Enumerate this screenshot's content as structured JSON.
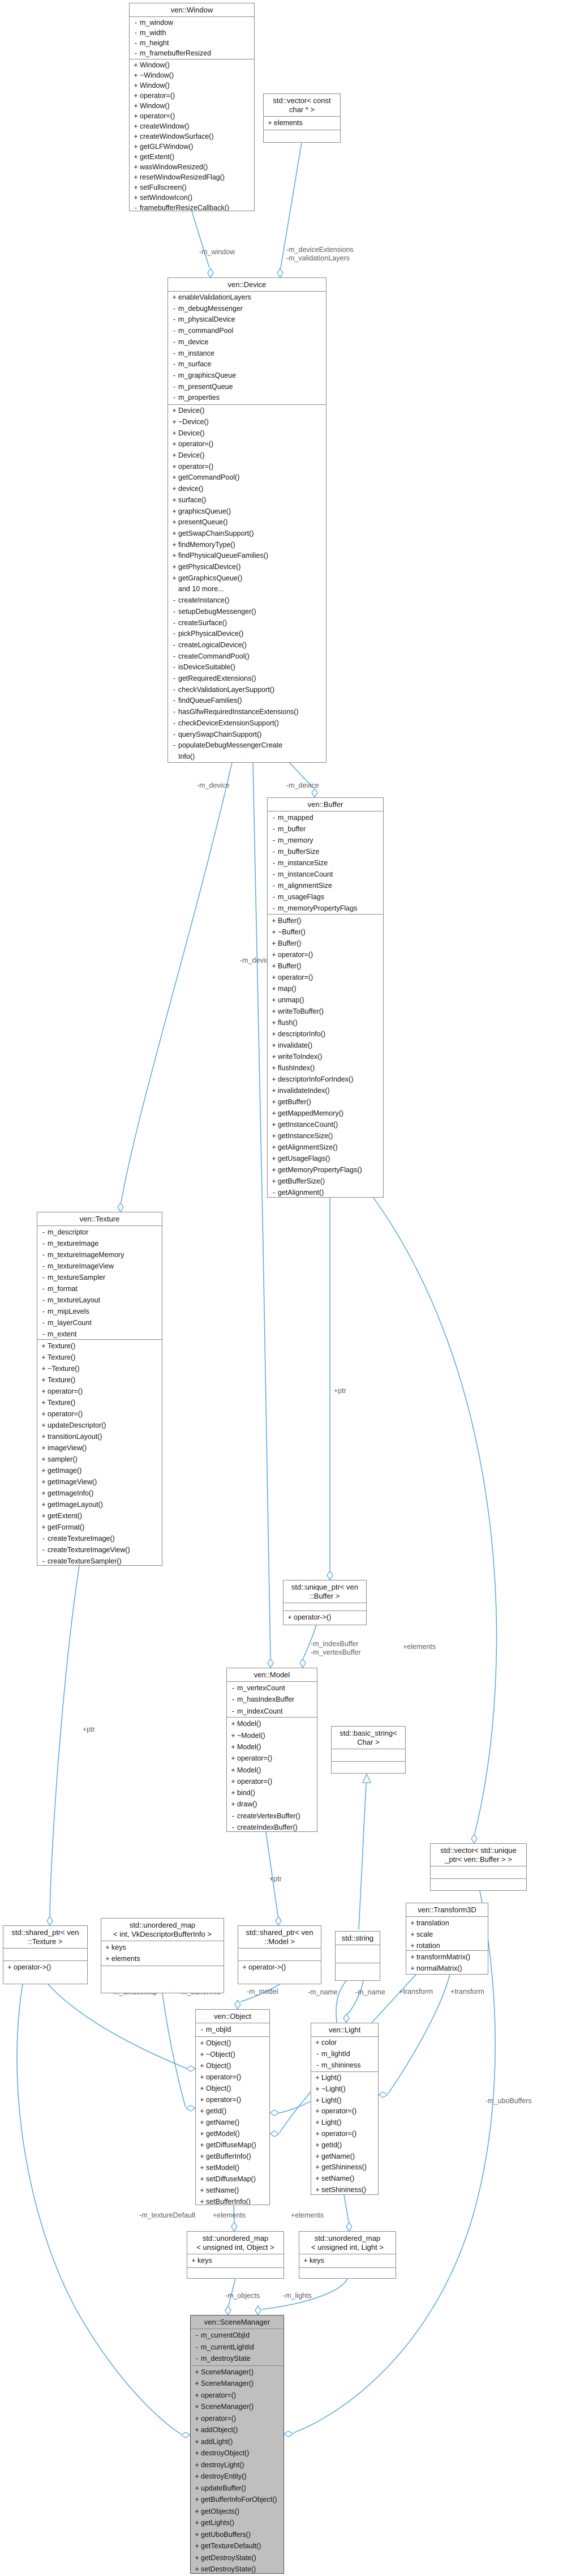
{
  "diagram": {
    "kind": "uml-collaboration-diagram",
    "focus_class": "ven::SceneManager"
  },
  "colors": {
    "edge": "#56A8E4",
    "edge_label": "#5A5A5A",
    "node_border": "#8A8A8A",
    "node_fill": "#FFFFFF",
    "focus_node_fill": "#BFBFBF",
    "background": "#FFFFFF"
  },
  "classes": {
    "window": {
      "title": "ven::Window",
      "sections": [
        [
          "-m_window",
          "-m_width",
          "-m_height",
          "-m_framebufferResized"
        ],
        [
          "+Window()",
          "+~Window()",
          "+Window()",
          "+operator=()",
          "+Window()",
          "+operator=()",
          "+createWindow()",
          "+createWindowSurface()",
          "+getGLFWindow()",
          "+getExtent()",
          "+wasWindowResized()",
          "+resetWindowResizedFlag()",
          "+setFullscreen()",
          "+setWindowIcon()",
          "-framebufferResizeCallback()"
        ]
      ]
    },
    "vec_char": {
      "title": "std::vector< const\nchar * >",
      "sections": [
        [
          "+elements"
        ],
        []
      ]
    },
    "device": {
      "title": "ven::Device",
      "sections": [
        [
          "+enableValidationLayers",
          "-m_debugMessenger",
          "-m_physicalDevice",
          "-m_commandPool",
          "-m_device",
          "-m_instance",
          "-m_surface",
          "-m_graphicsQueue",
          "-m_presentQueue",
          "-m_properties"
        ],
        [
          "+Device()",
          "+~Device()",
          "+Device()",
          "+operator=()",
          "+Device()",
          "+operator=()",
          "+getCommandPool()",
          "+device()",
          "+surface()",
          "+graphicsQueue()",
          "+presentQueue()",
          "+getSwapChainSupport()",
          "+findMemoryType()",
          "+findPhysicalQueueFamilies()",
          "+getPhysicalDevice()",
          "+getGraphicsQueue()",
          "and 10 more...",
          "-createInstance()",
          "-setupDebugMessenger()",
          "-createSurface()",
          "-pickPhysicalDevice()",
          "-createLogicalDevice()",
          "-createCommandPool()",
          "-isDeviceSuitable()",
          "-getRequiredExtensions()",
          "-checkValidationLayerSupport()",
          "-findQueueFamilies()",
          "-hasGlfwRequiredInstanceExtensions()",
          "-checkDeviceExtensionSupport()",
          "-querySwapChainSupport()",
          "-populateDebugMessengerCreate\nInfo()"
        ]
      ]
    },
    "buffer": {
      "title": "ven::Buffer",
      "sections": [
        [
          "-m_mapped",
          "-m_buffer",
          "-m_memory",
          "-m_bufferSize",
          "-m_instanceSize",
          "-m_instanceCount",
          "-m_alignmentSize",
          "-m_usageFlags",
          "-m_memoryPropertyFlags"
        ],
        [
          "+Buffer()",
          "+~Buffer()",
          "+Buffer()",
          "+operator=()",
          "+Buffer()",
          "+operator=()",
          "+map()",
          "+unmap()",
          "+writeToBuffer()",
          "+flush()",
          "+descriptorInfo()",
          "+invalidate()",
          "+writeToIndex()",
          "+flushIndex()",
          "+descriptorInfoForIndex()",
          "+invalidateIndex()",
          "+getBuffer()",
          "+getMappedMemory()",
          "+getInstanceCount()",
          "+getInstanceSize()",
          "+getAlignmentSize()",
          "+getUsageFlags()",
          "+getMemoryPropertyFlags()",
          "+getBufferSize()",
          "-getAlignment()"
        ]
      ]
    },
    "texture": {
      "title": "ven::Texture",
      "sections": [
        [
          "-m_descriptor",
          "-m_textureImage",
          "-m_textureImageMemory",
          "-m_textureImageView",
          "-m_textureSampler",
          "-m_format",
          "-m_textureLayout",
          "-m_mipLevels",
          "-m_layerCount",
          "-m_extent"
        ],
        [
          "+Texture()",
          "+Texture()",
          "+~Texture()",
          "+Texture()",
          "+operator=()",
          "+Texture()",
          "+operator=()",
          "+updateDescriptor()",
          "+transitionLayout()",
          "+imageView()",
          "+sampler()",
          "+getImage()",
          "+getImageView()",
          "+getImageInfo()",
          "+getImageLayout()",
          "+getExtent()",
          "+getFormat()",
          "-createTextureImage()",
          "-createTextureImageView()",
          "-createTextureSampler()"
        ]
      ]
    },
    "uptr_buffer": {
      "title": "std::unique_ptr< ven\n::Buffer >",
      "sections": [
        [],
        [
          "+operator->()"
        ]
      ]
    },
    "model": {
      "title": "ven::Model",
      "sections": [
        [
          "-m_vertexCount",
          "-m_hasIndexBuffer",
          "-m_indexCount"
        ],
        [
          "+Model()",
          "+~Model()",
          "+Model()",
          "+operator=()",
          "+Model()",
          "+operator=()",
          "+bind()",
          "+draw()",
          "-createVertexBuffer()",
          "-createIndexBuffer()"
        ]
      ]
    },
    "basic_string": {
      "title": "std::basic_string<\nChar >",
      "sections": [
        [],
        []
      ]
    },
    "vec_uptr_buffer": {
      "title": "std::vector< std::unique\n_ptr< ven::Buffer > >",
      "sections": [
        [],
        []
      ]
    },
    "transform3d": {
      "title": "ven::Transform3D",
      "sections": [
        [
          "+translation",
          "+scale",
          "+rotation"
        ],
        [
          "+transformMatrix()",
          "+normalMatrix()"
        ]
      ]
    },
    "sptr_texture": {
      "title": "std::shared_ptr< ven\n::Texture >",
      "sections": [
        [],
        [
          "+operator->()"
        ]
      ]
    },
    "umap_int_vkdbi": {
      "title": "std::unordered_map\n< int, VkDescriptorBufferInfo >",
      "sections": [
        [
          "+keys",
          "+elements"
        ],
        []
      ]
    },
    "sptr_model": {
      "title": "std::shared_ptr< ven\n::Model >",
      "sections": [
        [],
        [
          "+operator->()"
        ]
      ]
    },
    "string": {
      "title": "std::string",
      "sections": [
        [],
        []
      ]
    },
    "object": {
      "title": "ven::Object",
      "sections": [
        [
          "-m_objId"
        ],
        [
          "+Object()",
          "+~Object()",
          "+Object()",
          "+operator=()",
          "+Object()",
          "+operator=()",
          "+getId()",
          "+getName()",
          "+getModel()",
          "+getDiffuseMap()",
          "+getBufferInfo()",
          "+setModel()",
          "+setDiffuseMap()",
          "+setName()",
          "+setBufferInfo()"
        ]
      ]
    },
    "light": {
      "title": "ven::Light",
      "sections": [
        [
          "+color",
          "-m_lightId",
          "-m_shininess"
        ],
        [
          "+Light()",
          "+~Light()",
          "+Light()",
          "+operator=()",
          "+Light()",
          "+operator=()",
          "+getId()",
          "+getName()",
          "+getShininess()",
          "+setName()",
          "+setShininess()"
        ]
      ]
    },
    "umap_uint_object": {
      "title": "std::unordered_map\n< unsigned int, Object >",
      "sections": [
        [
          "+keys"
        ],
        []
      ]
    },
    "umap_uint_light": {
      "title": "std::unordered_map\n< unsigned int, Light >",
      "sections": [
        [
          "+keys"
        ],
        []
      ]
    },
    "scenemanager": {
      "title": "ven::SceneManager",
      "sections": [
        [
          "-m_currentObjId",
          "-m_currentLightId",
          "-m_destroyState"
        ],
        [
          "+SceneManager()",
          "+SceneManager()",
          "+operator=()",
          "+SceneManager()",
          "+operator=()",
          "+addObject()",
          "+addLight()",
          "+destroyObject()",
          "+destroyLight()",
          "+destroyEntity()",
          "+updateBuffer()",
          "+getBufferInfoForObject()",
          "+getObjects()",
          "+getLights()",
          "+getUboBuffers()",
          "+getTextureDefault()",
          "+getDestroyState()",
          "+setDestroyState()"
        ]
      ]
    }
  },
  "edges": [
    {
      "from": "ven::Window",
      "to": "ven::Device",
      "type": "aggregation",
      "label_lines": [
        "-m_window"
      ]
    },
    {
      "from": "std::vector< const char * >",
      "to": "ven::Device",
      "type": "aggregation",
      "label_lines": [
        "-m_deviceExtensions",
        "-m_validationLayers"
      ]
    },
    {
      "from": "ven::Device",
      "to": "ven::Texture",
      "type": "aggregation",
      "label_lines": [
        "-m_device"
      ]
    },
    {
      "from": "ven::Device",
      "to": "ven::Model",
      "type": "aggregation",
      "label_lines": [
        "-m_device"
      ]
    },
    {
      "from": "ven::Device",
      "to": "ven::Buffer",
      "type": "aggregation",
      "label_lines": [
        "-m_device"
      ]
    },
    {
      "from": "ven::Buffer",
      "to": "std::unique_ptr< ven::Buffer >",
      "type": "aggregation",
      "label_lines": [
        "+ptr"
      ]
    },
    {
      "from": "ven::Buffer",
      "to": "std::vector< std::unique_ptr< ven::Buffer > >",
      "type": "aggregation",
      "label_lines": [
        "+elements"
      ]
    },
    {
      "from": "std::unique_ptr< ven::Buffer >",
      "to": "ven::Model",
      "type": "aggregation",
      "label_lines": [
        "-m_indexBuffer",
        "-m_vertexBuffer"
      ]
    },
    {
      "from": "ven::Texture",
      "to": "std::shared_ptr< ven::Texture >",
      "type": "aggregation",
      "label_lines": [
        "+ptr"
      ]
    },
    {
      "from": "ven::Model",
      "to": "std::shared_ptr< ven::Model >",
      "type": "aggregation",
      "label_lines": [
        "+ptr"
      ]
    },
    {
      "from": "std::string",
      "to": "std::basic_string< Char >",
      "type": "inheritance",
      "label_lines": []
    },
    {
      "from": "std::shared_ptr< ven::Texture >",
      "to": "ven::Object",
      "type": "aggregation",
      "label_lines": [
        "-m_diffuseMap"
      ]
    },
    {
      "from": "std::unordered_map< int, VkDescriptorBufferInfo >",
      "to": "ven::Object",
      "type": "aggregation",
      "label_lines": [
        "-m_bufferInfo"
      ]
    },
    {
      "from": "std::shared_ptr< ven::Model >",
      "to": "ven::Object",
      "type": "aggregation",
      "label_lines": [
        "-m_model"
      ]
    },
    {
      "from": "std::string",
      "to": "ven::Object",
      "type": "aggregation",
      "label_lines": [
        "-m_name"
      ]
    },
    {
      "from": "std::string",
      "to": "ven::Light",
      "type": "aggregation",
      "label_lines": [
        "-m_name"
      ]
    },
    {
      "from": "ven::Transform3D",
      "to": "ven::Object",
      "type": "aggregation",
      "label_lines": [
        "+transform"
      ]
    },
    {
      "from": "ven::Transform3D",
      "to": "ven::Light",
      "type": "aggregation",
      "label_lines": [
        "+transform"
      ]
    },
    {
      "from": "ven::Object",
      "to": "std::unordered_map< unsigned int, Object >",
      "type": "aggregation",
      "label_lines": [
        "+elements"
      ]
    },
    {
      "from": "ven::Light",
      "to": "std::unordered_map< unsigned int, Light >",
      "type": "aggregation",
      "label_lines": [
        "+elements"
      ]
    },
    {
      "from": "std::unordered_map< unsigned int, Object >",
      "to": "ven::SceneManager",
      "type": "aggregation",
      "label_lines": [
        "-m_objects"
      ]
    },
    {
      "from": "std::unordered_map< unsigned int, Light >",
      "to": "ven::SceneManager",
      "type": "aggregation",
      "label_lines": [
        "-m_lights"
      ]
    },
    {
      "from": "std::shared_ptr< ven::Texture >",
      "to": "ven::SceneManager",
      "type": "aggregation",
      "label_lines": [
        "-m_textureDefault"
      ]
    },
    {
      "from": "std::vector< std::unique_ptr< ven::Buffer > >",
      "to": "ven::SceneManager",
      "type": "aggregation",
      "label_lines": [
        "-m_uboBuffers"
      ]
    }
  ]
}
